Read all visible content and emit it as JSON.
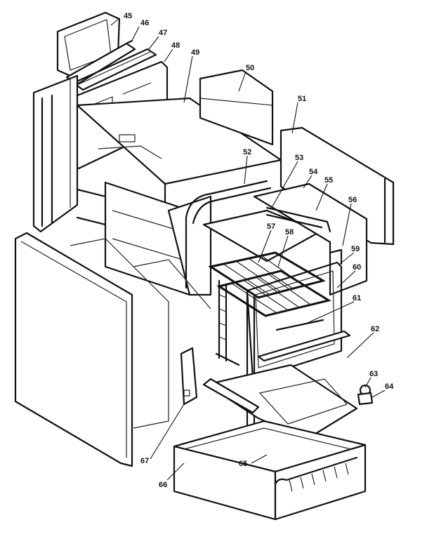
{
  "diagram": {
    "type": "exploded parts diagram",
    "callouts": [
      "45",
      "46",
      "47",
      "48",
      "49",
      "50",
      "51",
      "52",
      "53",
      "54",
      "55",
      "56",
      "57",
      "58",
      "59",
      "60",
      "61",
      "62",
      "63",
      "64",
      "65",
      "66",
      "67"
    ]
  }
}
